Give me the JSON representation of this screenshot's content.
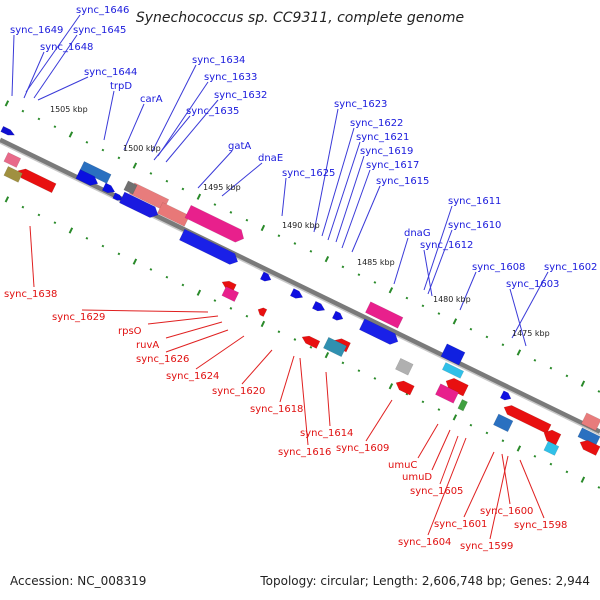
{
  "title": "Synechococcus sp. CC9311, complete genome",
  "accession": "Accession: NC_008319",
  "topology": "Topology: circular; Length: 2,606,748 bp; Genes: 2,944",
  "colors": {
    "forward_label": "#1a1adc",
    "reverse_label": "#e01010",
    "backbone": "#808080",
    "tick": "#2a8a2a"
  },
  "positions": [
    "1505 kbp",
    "1500 kbp",
    "1495 kbp",
    "1490 kbp",
    "1485 kbp",
    "1480 kbp",
    "1475 kbp"
  ],
  "forward_labels": [
    "sync_1646",
    "sync_1649",
    "sync_1645",
    "sync_1648",
    "sync_1644",
    "trpD",
    "carA",
    "sync_1634",
    "sync_1633",
    "sync_1635",
    "sync_1632",
    "gatA",
    "dnaE",
    "sync_1625",
    "sync_1623",
    "sync_1622",
    "sync_1621",
    "sync_1619",
    "sync_1617",
    "sync_1615",
    "dnaG",
    "sync_1611",
    "sync_1610",
    "sync_1612",
    "sync_1608",
    "sync_1602",
    "sync_1603"
  ],
  "reverse_labels": [
    "sync_1638",
    "sync_1629",
    "rpsO",
    "ruvA",
    "sync_1626",
    "sync_1624",
    "sync_1620",
    "sync_1618",
    "sync_1616",
    "sync_1614",
    "sync_1609",
    "umuC",
    "umuD",
    "sync_1605",
    "sync_1604",
    "sync_1601",
    "sync_1600",
    "sync_1599",
    "sync_1598"
  ]
}
